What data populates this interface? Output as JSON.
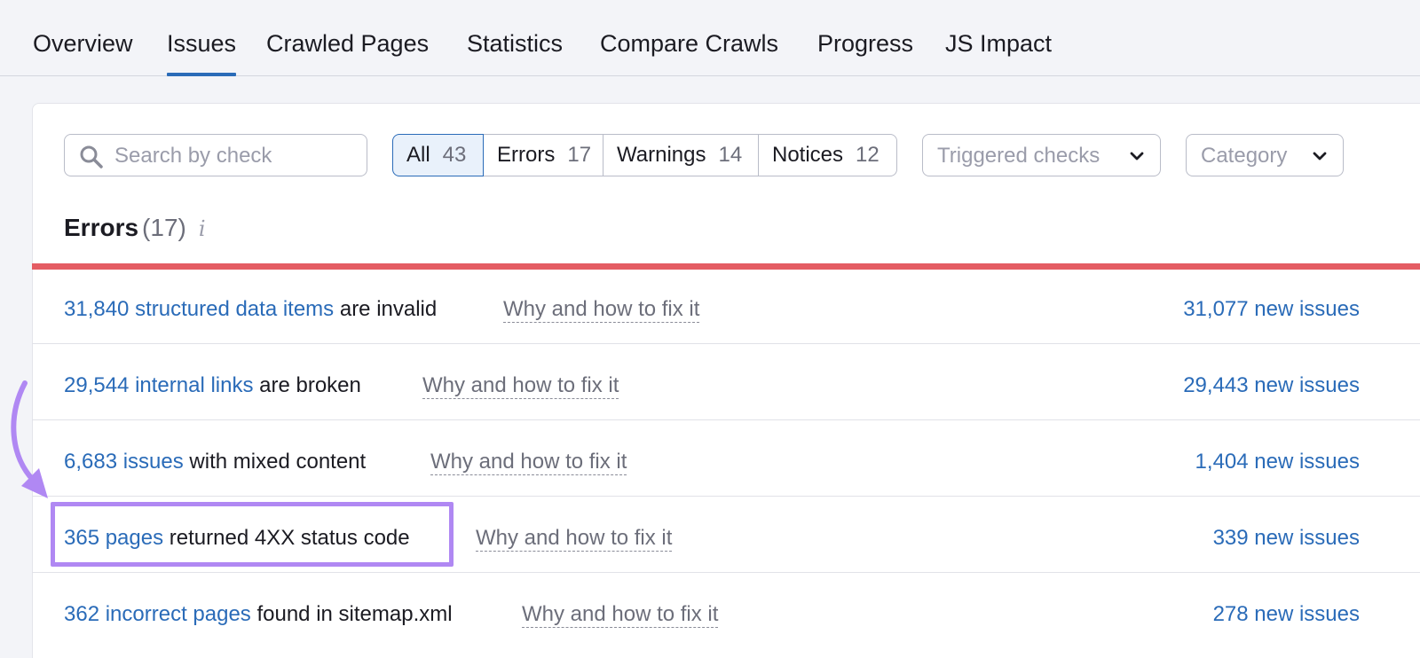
{
  "nav": {
    "tabs": [
      {
        "label": "Overview"
      },
      {
        "label": "Issues",
        "active": true
      },
      {
        "label": "Crawled Pages"
      },
      {
        "label": "Statistics"
      },
      {
        "label": "Compare Crawls"
      },
      {
        "label": "Progress"
      },
      {
        "label": "JS Impact"
      }
    ]
  },
  "search": {
    "placeholder": "Search by check",
    "icon": "search-icon"
  },
  "filters": [
    {
      "label": "All",
      "count": "43",
      "active": true
    },
    {
      "label": "Errors",
      "count": "17"
    },
    {
      "label": "Warnings",
      "count": "14"
    },
    {
      "label": "Notices",
      "count": "12"
    }
  ],
  "dropdowns": {
    "triggered": {
      "placeholder": "Triggered checks",
      "icon": "chevron-down-icon"
    },
    "category": {
      "placeholder": "Category",
      "icon": "chevron-down-icon"
    }
  },
  "section": {
    "title": "Errors",
    "count": "(17)",
    "info_icon": "i"
  },
  "issues": [
    {
      "link": "31,840 structured data items",
      "text": " are invalid",
      "why": "Why and how to fix it",
      "new": "31,077 new issues"
    },
    {
      "link": "29,544 internal links",
      "text": " are broken",
      "why": "Why and how to fix it",
      "new": "29,443 new issues"
    },
    {
      "link": "6,683 issues",
      "text": " with mixed content",
      "why": "Why and how to fix it",
      "new": "1,404 new issues"
    },
    {
      "link": "365 pages",
      "text": " returned 4XX status code",
      "why": "Why and how to fix it",
      "new": "339 new issues"
    },
    {
      "link": "362 incorrect pages",
      "text": " found in sitemap.xml",
      "why": "Why and how to fix it",
      "new": "278 new issues"
    }
  ],
  "colors": {
    "accent": "#2a6bb8",
    "error_bar": "#e45c63",
    "highlight": "#b088f3"
  }
}
